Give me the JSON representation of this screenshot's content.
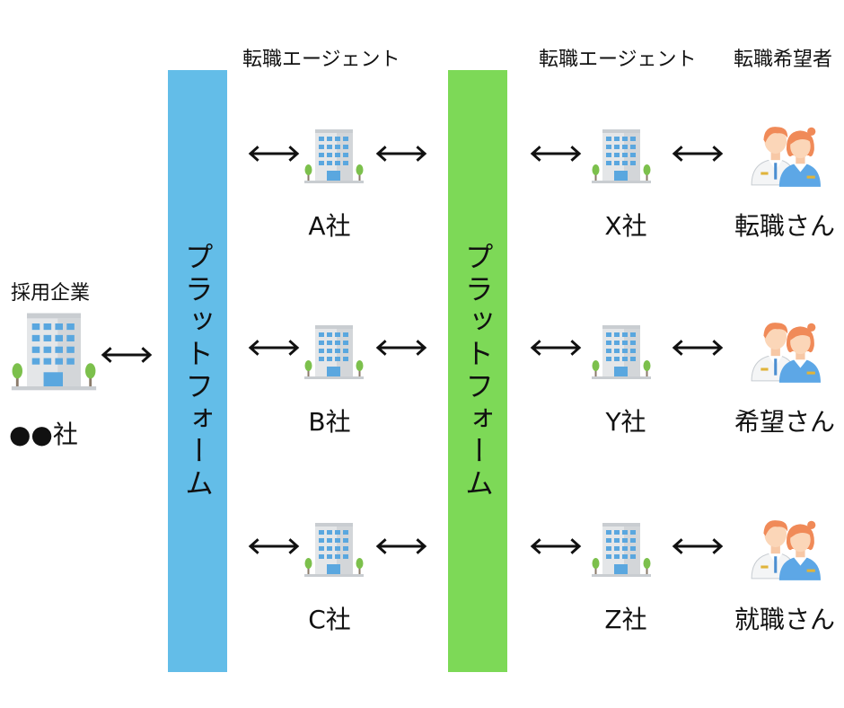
{
  "headers": {
    "agent_col1": "転職エージェント",
    "agent_col2": "転職エージェント",
    "seekers": "転職希望者",
    "employer": "採用企業"
  },
  "employer": {
    "name": "●●社"
  },
  "platforms": [
    {
      "label": "プラットフォーム",
      "color": "#63bde8"
    },
    {
      "label": "プラットフォーム",
      "color": "#7dd957"
    }
  ],
  "agents_left": [
    {
      "name": "A社"
    },
    {
      "name": "B社"
    },
    {
      "name": "C社"
    }
  ],
  "agents_right": [
    {
      "name": "X社"
    },
    {
      "name": "Y社"
    },
    {
      "name": "Z社"
    }
  ],
  "seekers": [
    {
      "name": "転職さん"
    },
    {
      "name": "希望さん"
    },
    {
      "name": "就職さん"
    }
  ],
  "icons": {
    "company": "building-icon",
    "people": "people-icon",
    "connector": "double-arrow-icon"
  }
}
